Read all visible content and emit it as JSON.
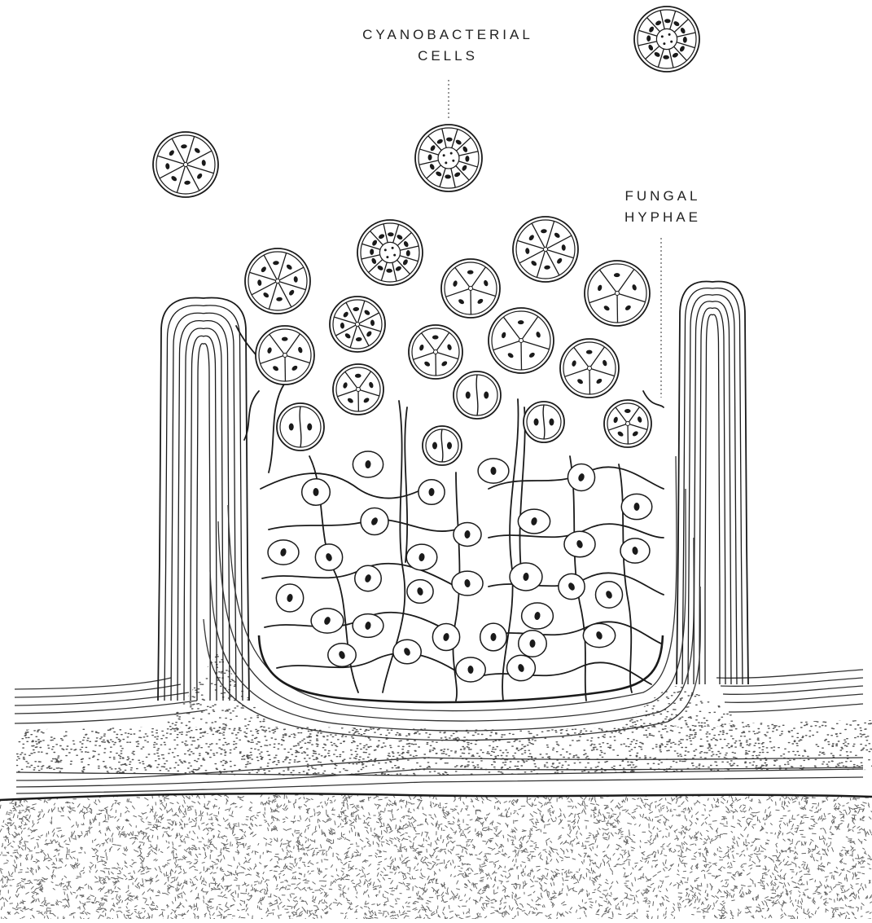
{
  "labels": {
    "cyanobacterial": {
      "line1": "CYANOBACTERIAL",
      "line2": "CELLS"
    },
    "fungal": {
      "line1": "FUNGAL",
      "line2": "HYPHAE"
    }
  },
  "colors": {
    "ink": "#1a1a1a",
    "layer_line": "#333333",
    "stipple": "#555555",
    "background": "#ffffff"
  }
}
